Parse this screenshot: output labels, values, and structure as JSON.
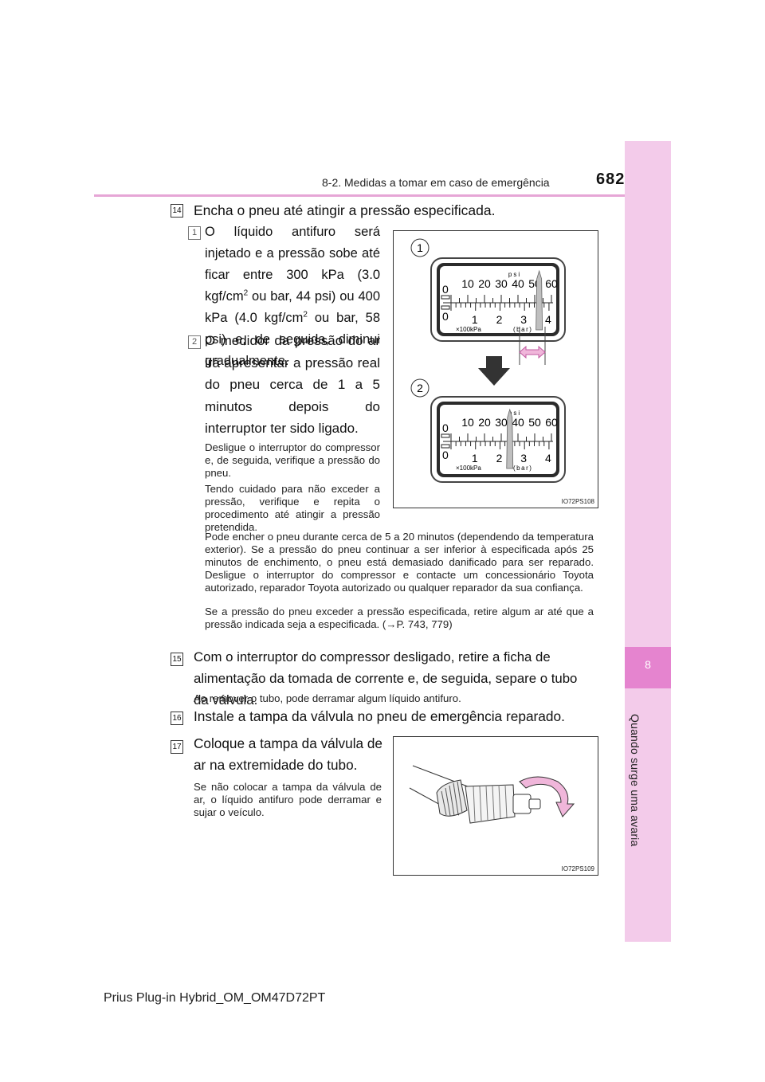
{
  "header": {
    "section": "8-2. Medidas a tomar em caso de emergência",
    "page_number": "682"
  },
  "sidebar": {
    "chapter_number": "8",
    "chapter_title": "Quando surge uma avaria"
  },
  "steps": [
    {
      "number": "14",
      "text": "Encha o pneu até atingir a pressão especificada.",
      "substeps": [
        {
          "number": "1",
          "parts": {
            "a": "O líquido antifuro será injetado e a pressão sobe até ficar entre 300 kPa (3.0 kgf/cm",
            "sup1": "2",
            "b": " ou bar, 44 psi) ou 400 kPa (4.0 kgf/cm",
            "sup2": "2",
            "c": " ou bar, 58 psi) e, de seguida, diminui gradualmente."
          }
        },
        {
          "number": "2",
          "text": "O medidor da pressão do ar irá apresentar a pressão real do pneu cerca de 1 a 5 minutos depois do interruptor ter sido ligado.",
          "notes": [
            "Desligue o interruptor do compressor e, de seguida, verifique a pressão do pneu.",
            "Tendo cuidado para não exceder a pressão, verifique e repita o procedimento até atingir a pressão pretendida."
          ]
        }
      ],
      "notes": [
        "Pode encher o pneu durante cerca de 5 a 20 minutos (dependendo da temperatura exterior). Se a pressão do pneu continuar a ser inferior à especificada após 25 minutos de enchimento, o pneu está demasiado danificado para ser reparado. Desligue o interruptor do compressor e contacte um concessionário Toyota autorizado, reparador Toyota autorizado ou qualquer reparador da sua confiança.",
        "Se a pressão do pneu exceder a pressão especificada, retire algum ar até que a pressão indicada seja a especificada. (→P. 743, 779)"
      ]
    },
    {
      "number": "15",
      "text": "Com o interruptor do compressor desligado, retire a ficha de alimentação da tomada de corrente e, de seguida, separe o tubo da válvula.",
      "note": "Ao remover o tubo, pode derramar algum líquido antifuro."
    },
    {
      "number": "16",
      "text": "Instale a tampa da válvula no pneu de emergência reparado."
    },
    {
      "number": "17",
      "text": "Coloque a tampa da válvula de ar na extremidade do tubo.",
      "note": "Se não colocar a tampa da válvula de ar, o líquido antifuro pode derramar e sujar o veículo."
    }
  ],
  "figure1": {
    "code": "IO72PS108",
    "callout1": "1",
    "callout2": "2",
    "gauge": {
      "psi_label": "psi",
      "psi_scale": [
        "10",
        "20",
        "30",
        "40",
        "50",
        "60"
      ],
      "zero_top": "0",
      "zero_bottom": "0",
      "bar_scale": [
        "1",
        "2",
        "3",
        "4"
      ],
      "kpa_label": "×100kPa",
      "bar_label": "(bar)"
    },
    "gauge1_reading_bar": 3.6,
    "gauge2_reading_bar": 2.4
  },
  "figure2": {
    "code": "IO72PS109"
  },
  "footer": {
    "text": "Prius Plug-in Hybrid_OM_OM47D72PT"
  }
}
